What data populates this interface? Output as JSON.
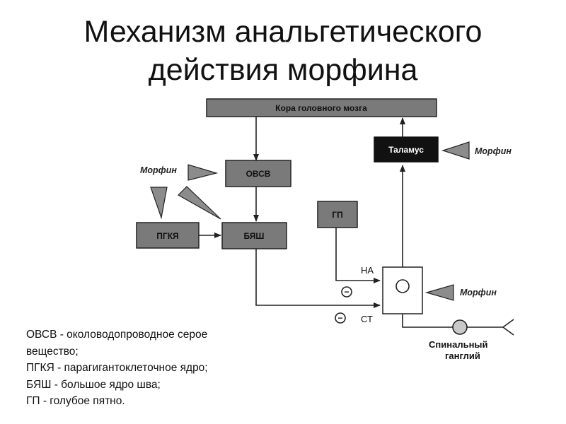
{
  "title": {
    "line1": "Механизм анальгетического",
    "line2": "действия морфина"
  },
  "colors": {
    "box_fill": "#7a7a7a",
    "box_stroke": "#222222",
    "thalamus_fill": "#111111",
    "arrow_fill": "#8c8c8c",
    "line": "#222222"
  },
  "diagram": {
    "cortex": "Кора головного мозга",
    "thalamus": "Таламус",
    "ovsv": "ОВСВ",
    "pgkya": "ПГКЯ",
    "byash": "БЯШ",
    "gp": "ГП",
    "morphine": "Морфин",
    "na": "НА",
    "st": "СТ",
    "inhibit_sign": "−",
    "spinal_ganglion_line1": "Спинальный",
    "spinal_ganglion_line2": "ганглий"
  },
  "legend": [
    "ОВСВ - околоводопроводное серое",
    "вещество;",
    "ПГКЯ - парагигантоклеточное ядро;",
    "БЯШ - большое ядро шва;",
    "ГП - голубое пятно."
  ]
}
